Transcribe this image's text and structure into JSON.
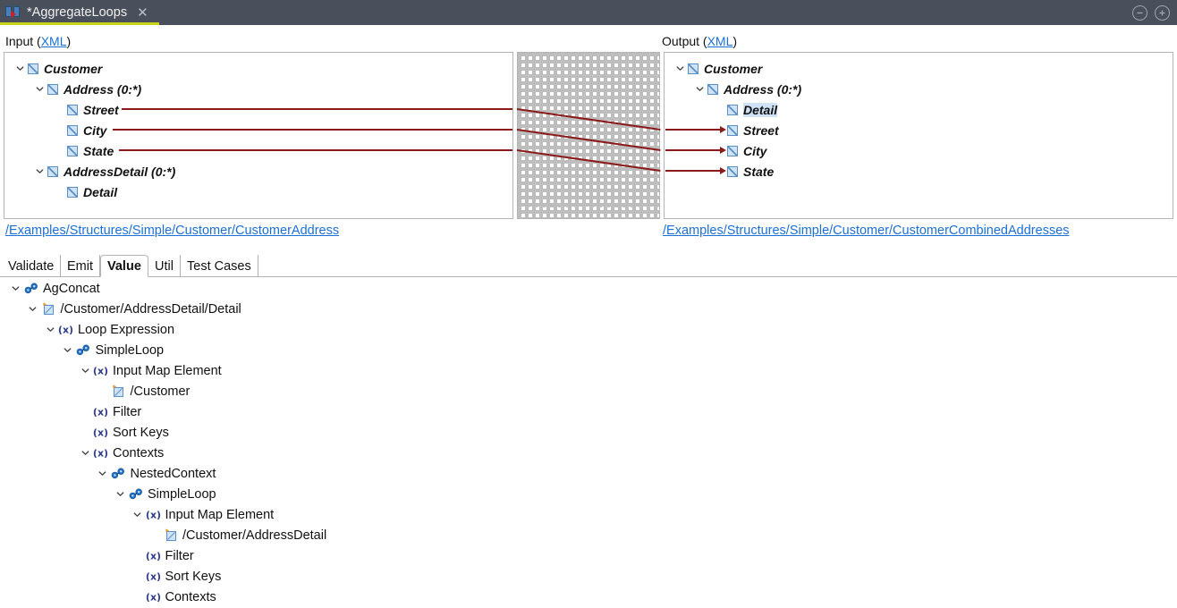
{
  "window": {
    "tab_title": "*AggregateLoops",
    "tab_icon": "map-transform-icon",
    "close_icon": "close-icon",
    "minimize_icon": "minimize-icon",
    "maximize_icon": "maximize-icon",
    "accent_color": "#c8d419",
    "titlebar_color": "#4a4f5c"
  },
  "input": {
    "label": "Input (",
    "link": "XML",
    "label_end": ")",
    "path": "/Examples/Structures/Simple/Customer/CustomerAddress",
    "nodes": [
      {
        "label": "Customer",
        "depth": 0,
        "expandable": true,
        "selected": false
      },
      {
        "label": "Address (0:*)",
        "depth": 1,
        "expandable": true,
        "selected": false
      },
      {
        "label": "Street",
        "depth": 2,
        "expandable": false,
        "selected": false
      },
      {
        "label": "City",
        "depth": 2,
        "expandable": false,
        "selected": false
      },
      {
        "label": "State",
        "depth": 2,
        "expandable": false,
        "selected": false
      },
      {
        "label": "AddressDetail (0:*)",
        "depth": 1,
        "expandable": true,
        "selected": false
      },
      {
        "label": "Detail",
        "depth": 2,
        "expandable": false,
        "selected": false
      }
    ]
  },
  "output": {
    "label": "Output (",
    "link": "XML",
    "label_end": ")",
    "path": "/Examples/Structures/Simple/Customer/CustomerCombinedAddresses",
    "nodes": [
      {
        "label": "Customer",
        "depth": 0,
        "expandable": true,
        "selected": false
      },
      {
        "label": "Address (0:*)",
        "depth": 1,
        "expandable": true,
        "selected": false
      },
      {
        "label": "Detail",
        "depth": 2,
        "expandable": false,
        "selected": true
      },
      {
        "label": "Street",
        "depth": 2,
        "expandable": false,
        "selected": false
      },
      {
        "label": "City",
        "depth": 2,
        "expandable": false,
        "selected": false
      },
      {
        "label": "State",
        "depth": 2,
        "expandable": false,
        "selected": false
      }
    ]
  },
  "mapping": {
    "line_color": "#8b1a1a",
    "grid_color": "#c4c4c4",
    "connections": [
      {
        "from": "Street",
        "to": "Street"
      },
      {
        "from": "City",
        "to": "City"
      },
      {
        "from": "State",
        "to": "State"
      }
    ]
  },
  "tabs": [
    {
      "label": "Validate",
      "active": false
    },
    {
      "label": "Emit",
      "active": false
    },
    {
      "label": "Value",
      "active": true
    },
    {
      "label": "Util",
      "active": false
    },
    {
      "label": "Test Cases",
      "active": false
    }
  ],
  "detail_tree": [
    {
      "label": "AgConcat",
      "depth": 0,
      "icon": "loop-link-icon",
      "expandable": true
    },
    {
      "label": "/Customer/AddressDetail/Detail",
      "depth": 1,
      "icon": "map-node-icon",
      "expandable": true
    },
    {
      "label": "Loop Expression",
      "depth": 2,
      "icon": "expression-icon",
      "expandable": true
    },
    {
      "label": "SimpleLoop",
      "depth": 3,
      "icon": "loop-link-icon",
      "expandable": true
    },
    {
      "label": "Input Map Element",
      "depth": 4,
      "icon": "expression-icon",
      "expandable": true
    },
    {
      "label": "/Customer",
      "depth": 5,
      "icon": "map-node-icon",
      "expandable": false
    },
    {
      "label": "Filter",
      "depth": 4,
      "icon": "expression-icon",
      "expandable": false
    },
    {
      "label": "Sort Keys",
      "depth": 4,
      "icon": "expression-icon",
      "expandable": false
    },
    {
      "label": "Contexts",
      "depth": 4,
      "icon": "expression-icon",
      "expandable": true
    },
    {
      "label": "NestedContext",
      "depth": 5,
      "icon": "loop-link-icon",
      "expandable": true
    },
    {
      "label": "SimpleLoop",
      "depth": 6,
      "icon": "loop-link-icon",
      "expandable": true
    },
    {
      "label": "Input Map Element",
      "depth": 7,
      "icon": "expression-icon",
      "expandable": true
    },
    {
      "label": "/Customer/AddressDetail",
      "depth": 8,
      "icon": "map-node-icon",
      "expandable": false
    },
    {
      "label": "Filter",
      "depth": 7,
      "icon": "expression-icon",
      "expandable": false
    },
    {
      "label": "Sort Keys",
      "depth": 7,
      "icon": "expression-icon",
      "expandable": false
    },
    {
      "label": "Contexts",
      "depth": 7,
      "icon": "expression-icon",
      "expandable": false
    }
  ]
}
